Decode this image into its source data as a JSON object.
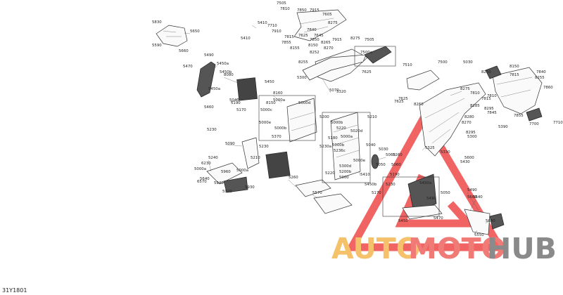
{
  "diagram_id": "31Y1801",
  "watermark": {
    "text_parts": [
      "AUTO",
      "MOTO",
      "HUB"
    ],
    "colors": [
      "#f5c26b",
      "#f07a75",
      "#8a8a8a"
    ],
    "logo_color": "#ee4a4a"
  },
  "labels": [
    "7505",
    "7810",
    "7850",
    "7915",
    "7605",
    "5830",
    "5410",
    "7710",
    "7910",
    "7840",
    "5650",
    "5410",
    "7815",
    "7625",
    "7645",
    "8275",
    "7855",
    "7850",
    "8265",
    "7915",
    "8275",
    "7505",
    "8155",
    "8150",
    "8270",
    "5590",
    "5660",
    "8252",
    "7500a",
    "5490",
    "8255",
    "5470",
    "5450a",
    "7625",
    "7510",
    "7500",
    "8080",
    "5450b",
    "5300",
    "5450",
    "5030",
    "8160",
    "5040",
    "5070",
    "5320",
    "8250",
    "8150",
    "8275",
    "7810",
    "8150",
    "7815",
    "5450a",
    "7810",
    "5190",
    "5000a",
    "5000d",
    "7815",
    "7625",
    "7840",
    "8285",
    "8295",
    "7845",
    "5460",
    "5170",
    "5000c",
    "5000e",
    "5000b",
    "7625",
    "8255",
    "7855",
    "7860",
    "7700",
    "7710",
    "5200",
    "8260",
    "8280",
    "8270",
    "5000b",
    "5220",
    "8295",
    "5020d",
    "5210",
    "5230",
    "5090",
    "5000a",
    "5390",
    "5370",
    "5180",
    "5000b",
    "5230a",
    "5236c",
    "5040",
    "5030",
    "5325",
    "5330",
    "5300",
    "5260",
    "5600",
    "5060",
    "5430",
    "5300d",
    "5230",
    "5000e",
    "5410",
    "5240",
    "5220",
    "5050",
    "5210",
    "6230",
    "5060",
    "5200b",
    "5190",
    "5000a",
    "5900",
    "5000a",
    "5640",
    "5960",
    "5260",
    "6570",
    "5940",
    "5920",
    "5930",
    "5230",
    "5450a",
    "5450b",
    "5170",
    "5050",
    "5490",
    "5490",
    "5600",
    "5570",
    "5470",
    "5640",
    "5630",
    "5450",
    "5550"
  ]
}
